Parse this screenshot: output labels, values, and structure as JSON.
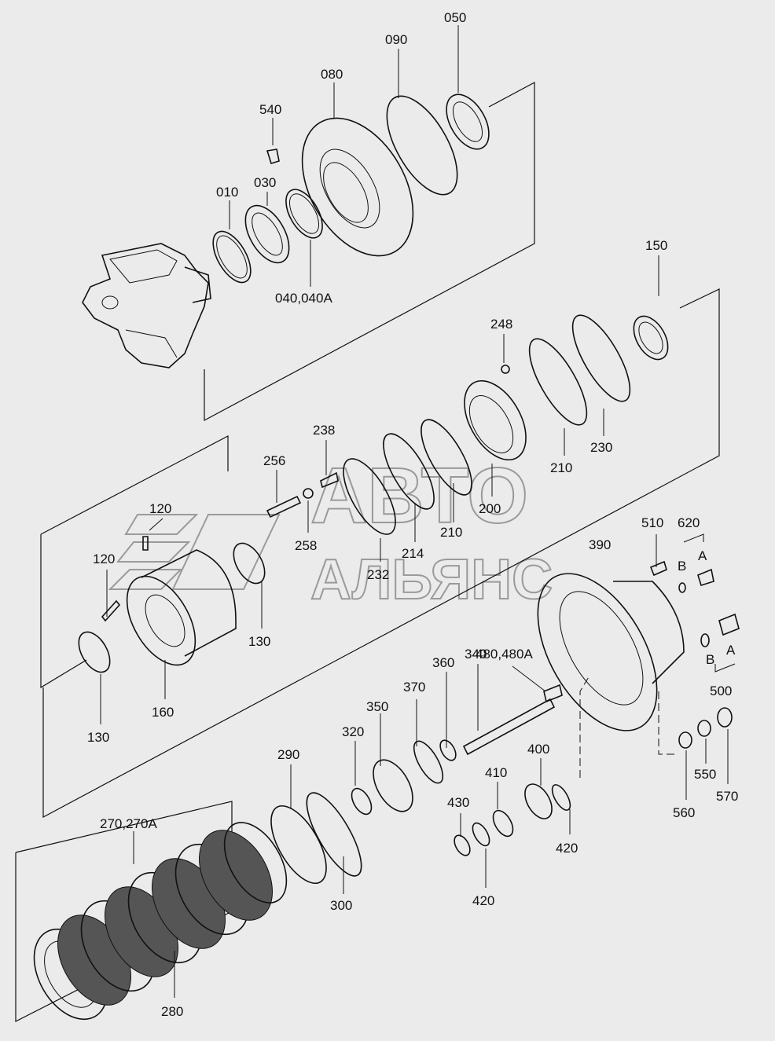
{
  "labels": {
    "p050": "050",
    "p090": "090",
    "p080": "080",
    "p540": "540",
    "p010": "010",
    "p030": "030",
    "p040": "040,040A",
    "p150": "150",
    "p248": "248",
    "p238": "238",
    "p256": "256",
    "p210a": "210",
    "p230": "230",
    "p210b": "210",
    "p200": "200",
    "p214": "214",
    "p120a": "120",
    "p120b": "120",
    "p258": "258",
    "p232": "232",
    "p130a": "130",
    "p130b": "130",
    "p160": "160",
    "p510": "510",
    "p620": "620",
    "p390": "390",
    "p620B": "B",
    "p620A": "A",
    "p500B": "B",
    "p500A": "A",
    "p500": "500",
    "p480": "480,480A",
    "p360": "360",
    "p340": "340",
    "p370": "370",
    "p350": "350",
    "p320": "320",
    "p290": "290",
    "p400": "400",
    "p410": "410",
    "p430": "430",
    "p420a": "420",
    "p420b": "420",
    "p560": "560",
    "p550": "550",
    "p570": "570",
    "p300": "300",
    "p270": "270,270A",
    "p280": "280"
  },
  "watermark": {
    "line1": "АВТО",
    "line2": "АЛЬЯНС"
  }
}
